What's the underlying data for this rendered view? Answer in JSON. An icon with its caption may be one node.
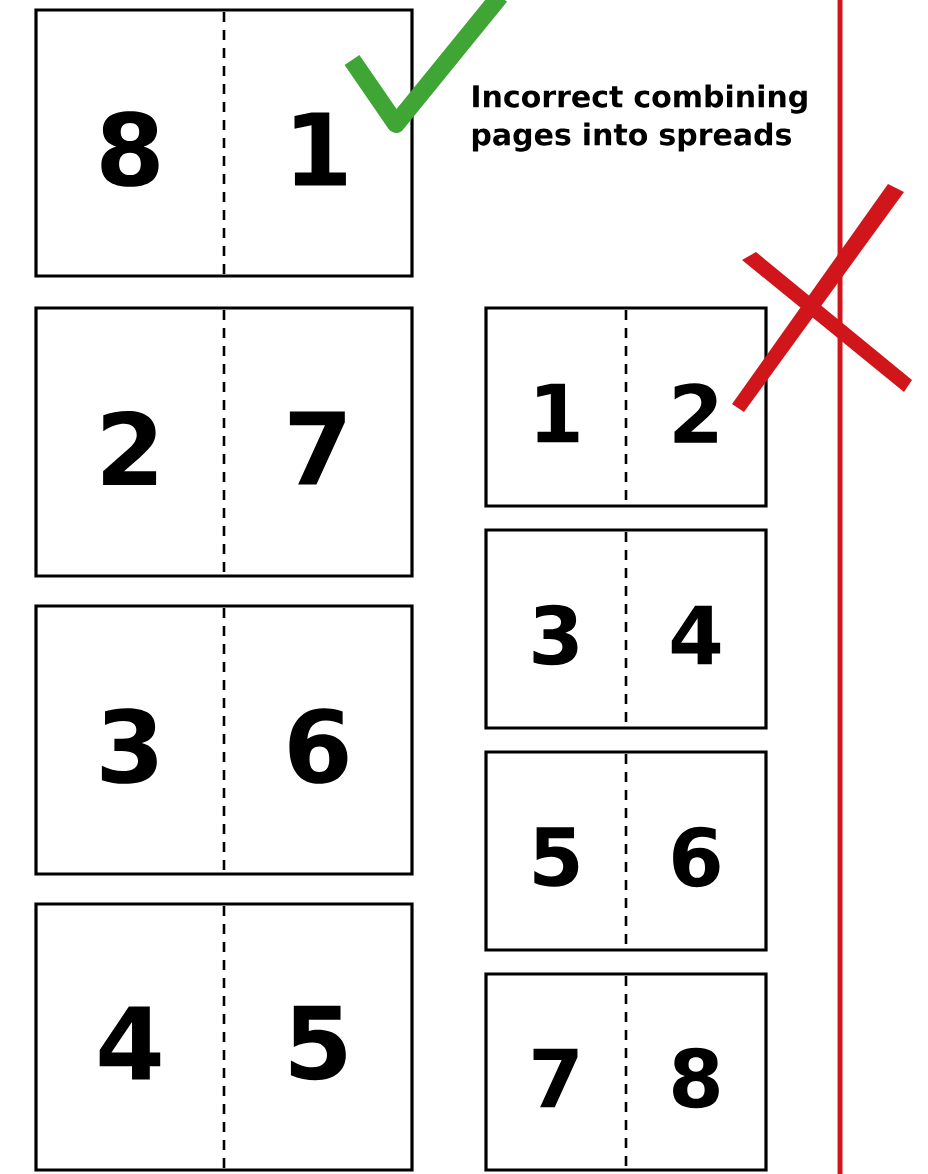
{
  "diagram": {
    "nodes": [
      {
        "text": [
          "8",
          "1"
        ]
      },
      {
        "text": [
          "2",
          "7"
        ]
      },
      {
        "text": [
          "3",
          "6"
        ]
      },
      {
        "text": [
          "4",
          "5"
        ]
      },
      {
        "text": [
          "1",
          "2"
        ]
      },
      {
        "text": [
          "3",
          "4"
        ]
      },
      {
        "text": [
          "5",
          "6"
        ]
      },
      {
        "text": [
          "7",
          "8"
        ]
      }
    ],
    "labels": [
      "Incorrect combining pages into spreads"
    ]
  }
}
